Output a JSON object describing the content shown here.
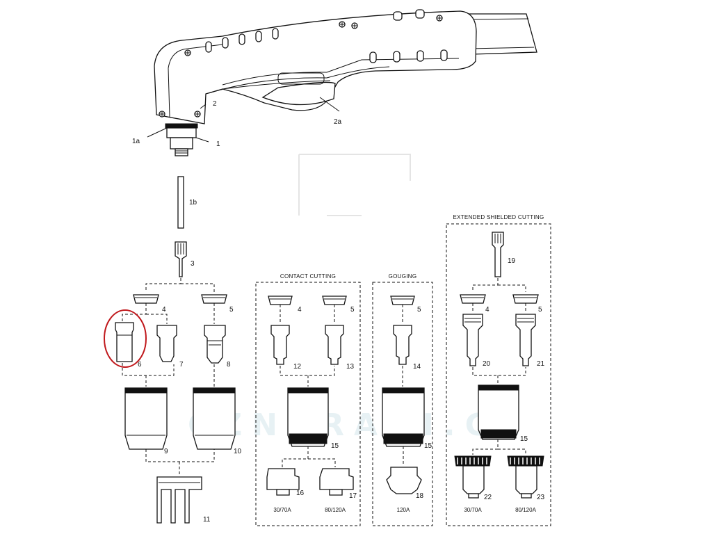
{
  "watermark": "CZNARADI.CZ",
  "sections": {
    "contact_cutting": "CONTACT CUTTING",
    "gouging": "GOUGING",
    "extended_shielded_cutting": "EXTENDED SHIELDED CUTTING"
  },
  "labels": {
    "p1": "1",
    "p1a": "1a",
    "p1b": "1b",
    "p2": "2",
    "p2a": "2a",
    "p3": "3",
    "m4": "4",
    "m5": "5",
    "m6": "6",
    "m7": "7",
    "m8": "8",
    "m9": "9",
    "m10": "10",
    "m11": "11",
    "c4": "4",
    "c5": "5",
    "c12": "12",
    "c13": "13",
    "c15": "15",
    "c16": "16",
    "c17": "17",
    "g5": "5",
    "g14": "14",
    "g15": "15",
    "g18": "18",
    "e19": "19",
    "e4": "4",
    "e5": "5",
    "e20": "20",
    "e21": "21",
    "e15": "15",
    "e22": "22",
    "e23": "23"
  },
  "amps": {
    "c16": "30/70A",
    "c17": "80/120A",
    "g18": "120A",
    "e22": "30/70A",
    "e23": "80/120A"
  },
  "highlight": {
    "part": "6",
    "color": "#c0181c"
  }
}
